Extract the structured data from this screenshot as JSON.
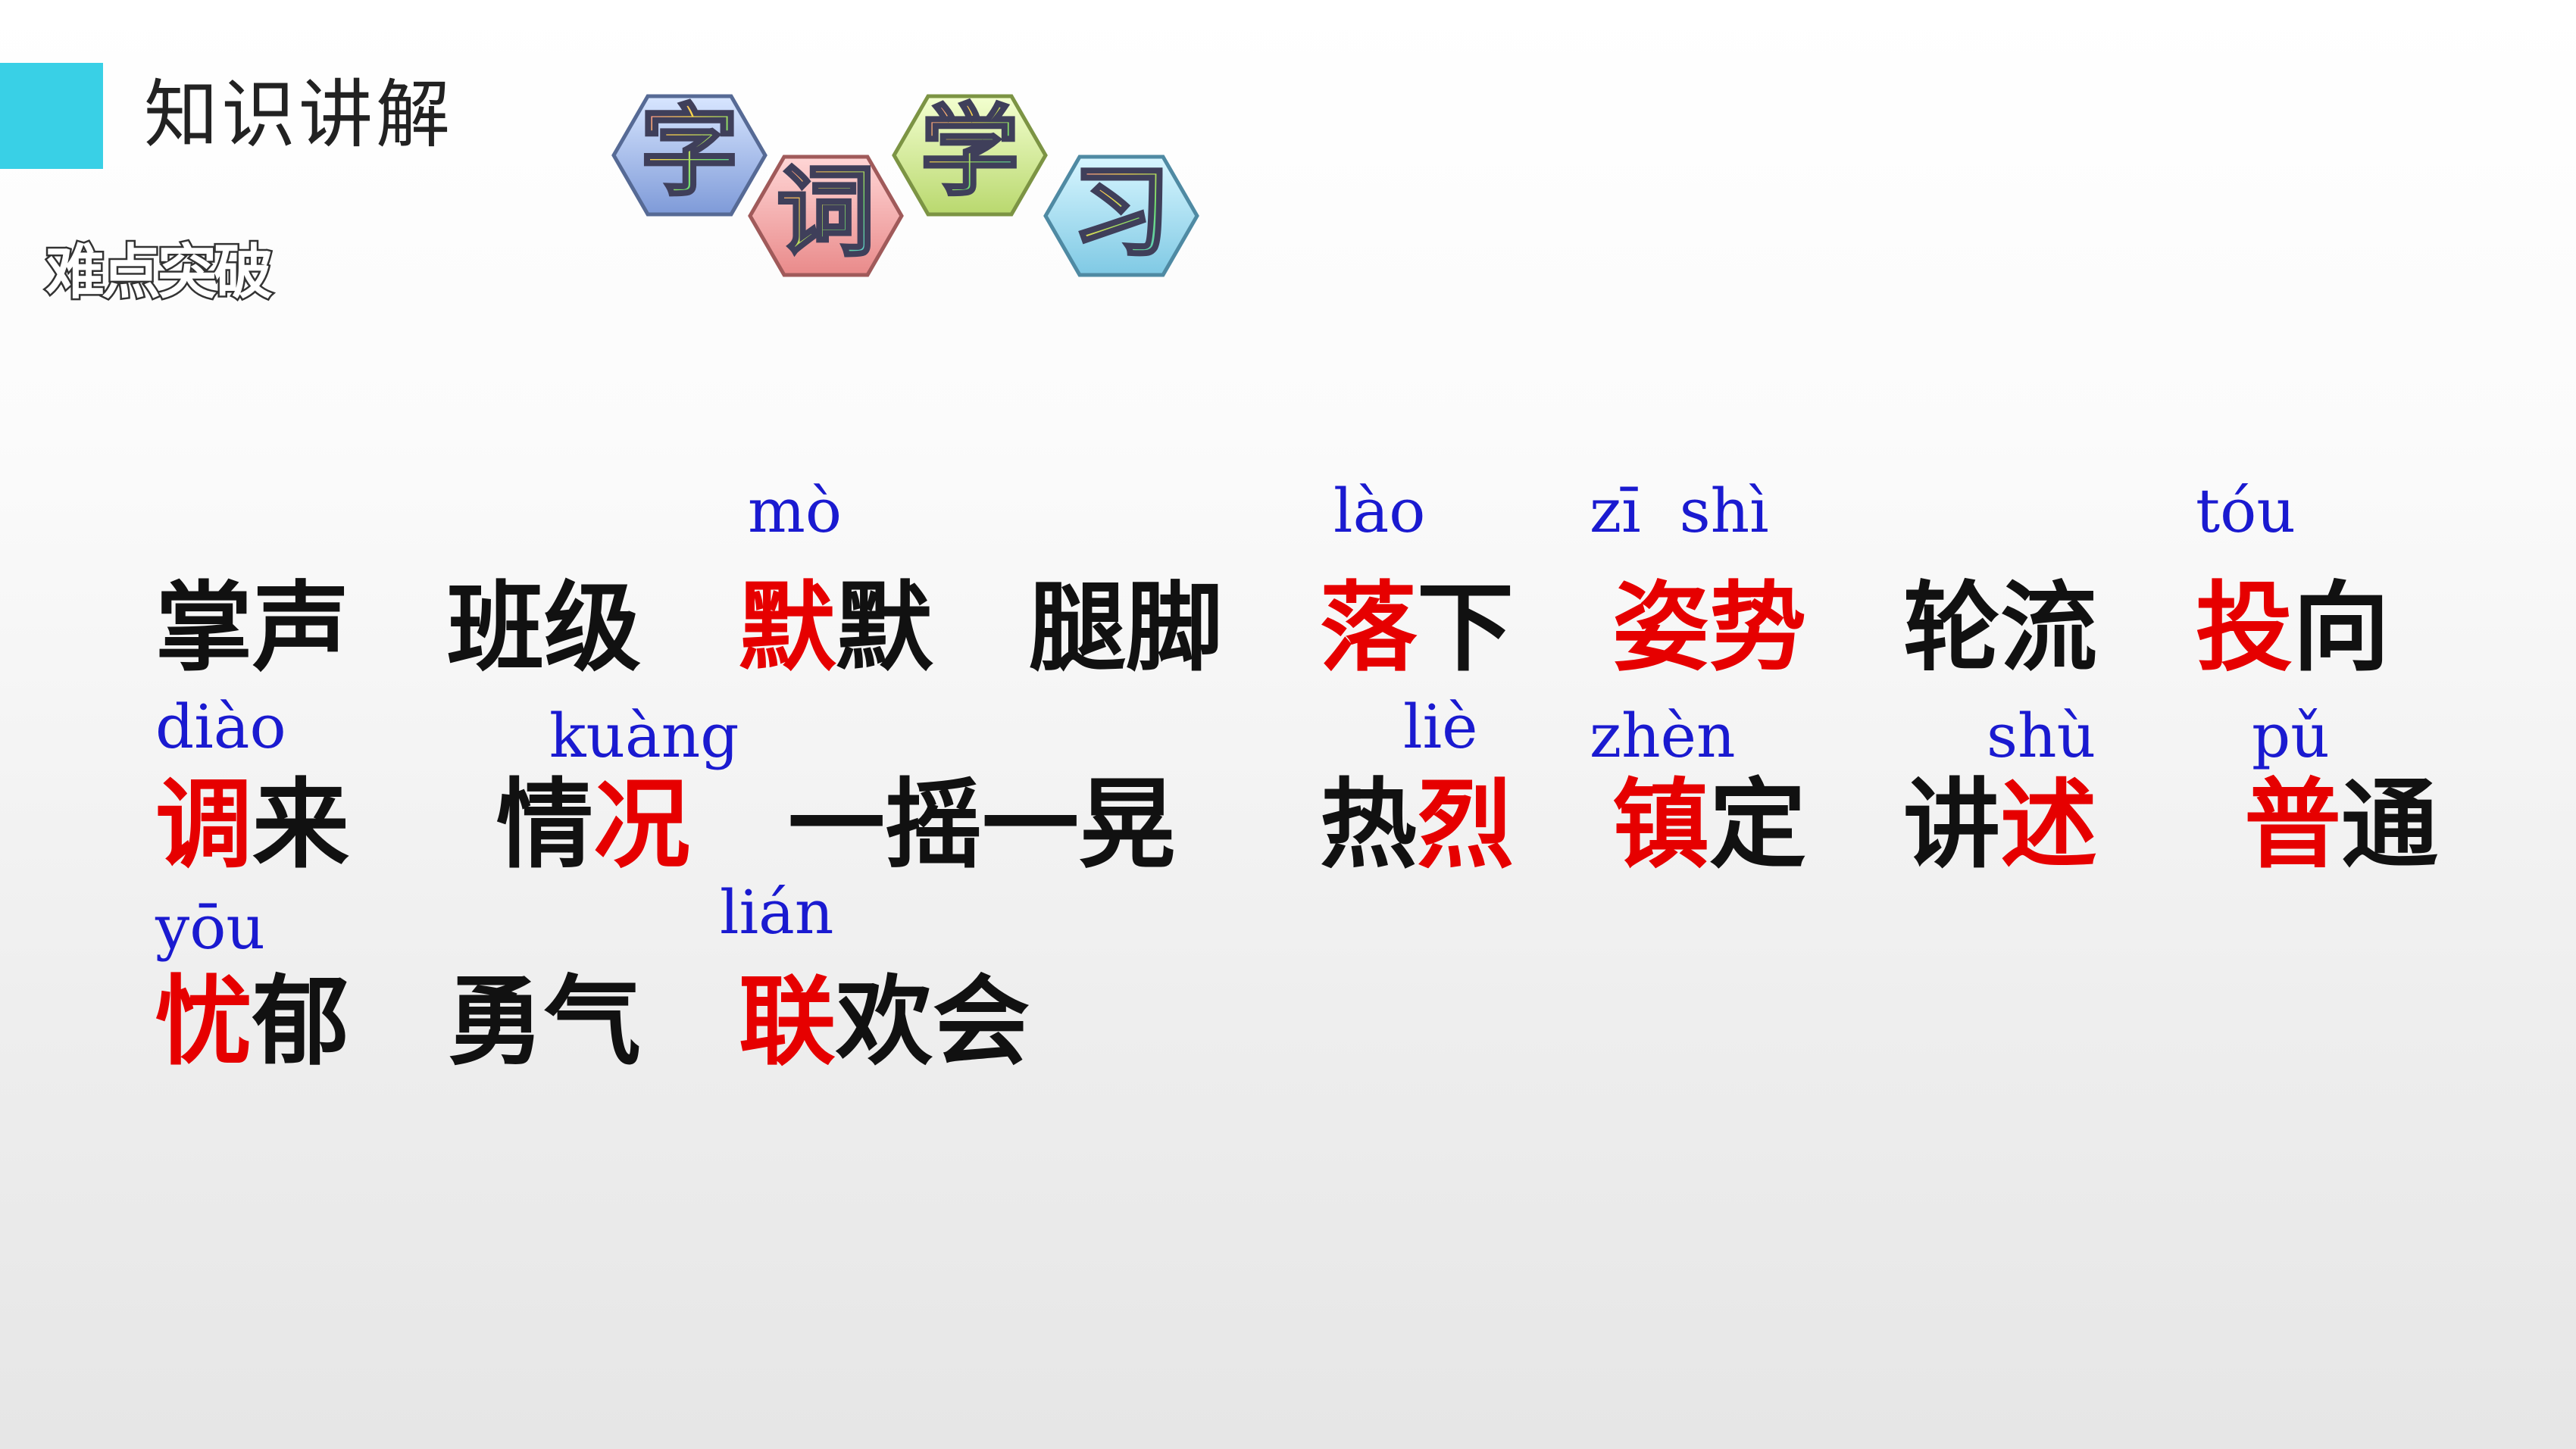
{
  "header": {
    "section_title": "知识讲解",
    "sub_title": "难点突破",
    "accent_color": "#39d0e6"
  },
  "logo": {
    "chars": [
      "字",
      "词",
      "学",
      "习"
    ]
  },
  "colors": {
    "pinyin": "#1a1ad0",
    "highlight": "#e60000",
    "normal": "#111111"
  },
  "rows": [
    {
      "words": [
        {
          "pinyin": "",
          "pre": "掌声",
          "hl": "",
          "post": ""
        },
        {
          "pinyin": "",
          "pre": "班级",
          "hl": "",
          "post": ""
        },
        {
          "pinyin": "mò",
          "pre": "",
          "hl": "默",
          "post": "默"
        },
        {
          "pinyin": "",
          "pre": "腿脚",
          "hl": "",
          "post": ""
        },
        {
          "pinyin": "lào",
          "pre": "",
          "hl": "落",
          "post": "下"
        },
        {
          "pinyin": "zī  shì",
          "pre": "",
          "hl": "姿势",
          "post": ""
        },
        {
          "pinyin": "",
          "pre": "轮流",
          "hl": "",
          "post": ""
        },
        {
          "pinyin": "tóu",
          "pre": "",
          "hl": "投",
          "post": "向"
        }
      ]
    },
    {
      "words": [
        {
          "pinyin": "diào",
          "pre": "",
          "hl": "调",
          "post": "来"
        },
        {
          "pinyin": "kuàng",
          "pre": "情",
          "hl": "况",
          "post": ""
        },
        {
          "pinyin": "",
          "pre": "一摇一晃",
          "hl": "",
          "post": ""
        },
        {
          "pinyin": "liè",
          "pre": "热",
          "hl": "烈",
          "post": ""
        },
        {
          "pinyin": "zhèn",
          "pre": "",
          "hl": "镇",
          "post": "定"
        },
        {
          "pinyin": "shù",
          "pre": "讲",
          "hl": "述",
          "post": ""
        },
        {
          "pinyin": "pǔ",
          "pre": "",
          "hl": "普",
          "post": "通"
        }
      ]
    },
    {
      "words": [
        {
          "pinyin": "yōu",
          "pre": "",
          "hl": "忧",
          "post": "郁"
        },
        {
          "pinyin": "",
          "pre": "勇气",
          "hl": "",
          "post": ""
        },
        {
          "pinyin": "lián",
          "pre": "",
          "hl": "联",
          "post": "欢会"
        }
      ]
    }
  ]
}
